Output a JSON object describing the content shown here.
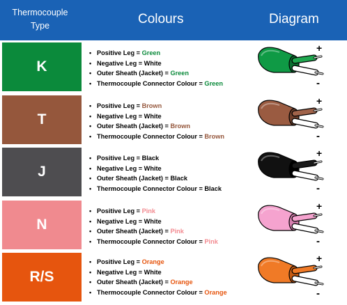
{
  "header": {
    "type_line1": "Thermocouple",
    "type_line2": "Type",
    "colours": "Colours",
    "diagram": "Diagram"
  },
  "labels": {
    "positive": "Positive Leg = ",
    "negative": "Negative Leg = ",
    "sheath": "Outer Sheath (Jacket) = ",
    "connector": "Thermocouple Connector Colour = "
  },
  "diagram_signs": {
    "plus": "+",
    "minus": "-"
  },
  "rows": [
    {
      "type": "K",
      "color": "#0b8a3b",
      "text_color": "#0b8a3b",
      "jacket": "#0f9a45",
      "jacket_dark": "#0a6f30",
      "lead": "#1fa84f",
      "positive": "Green",
      "negative": "White",
      "sheath": "Green",
      "connector": "Green"
    },
    {
      "type": "T",
      "color": "#95573c",
      "text_color": "#95573c",
      "jacket": "#9a5b41",
      "jacket_dark": "#6f3f2b",
      "lead": "#a0634a",
      "positive": "Brown",
      "negative": "White",
      "sheath": "Brown",
      "connector": "Brown"
    },
    {
      "type": "J",
      "color": "#4e4d50",
      "text_color": "#000000",
      "jacket": "#111111",
      "jacket_dark": "#000000",
      "lead": "#1a1a1a",
      "positive": "Black",
      "negative": "White",
      "sheath": "Black",
      "connector": "Black"
    },
    {
      "type": "N",
      "color": "#f08a8f",
      "text_color": "#f28a90",
      "jacket": "#f5a3cf",
      "jacket_dark": "#d77fb0",
      "lead": "#f5a3cf",
      "positive": "Pink",
      "negative": "White",
      "sheath": "Pink",
      "connector": "Pink"
    },
    {
      "type": "R/S",
      "color": "#e6550e",
      "text_color": "#e6550e",
      "jacket": "#f07a26",
      "jacket_dark": "#c55a12",
      "lead": "#f07a26",
      "positive": "Orange",
      "negative": "White",
      "sheath": "Orange",
      "connector": "Orange"
    }
  ]
}
